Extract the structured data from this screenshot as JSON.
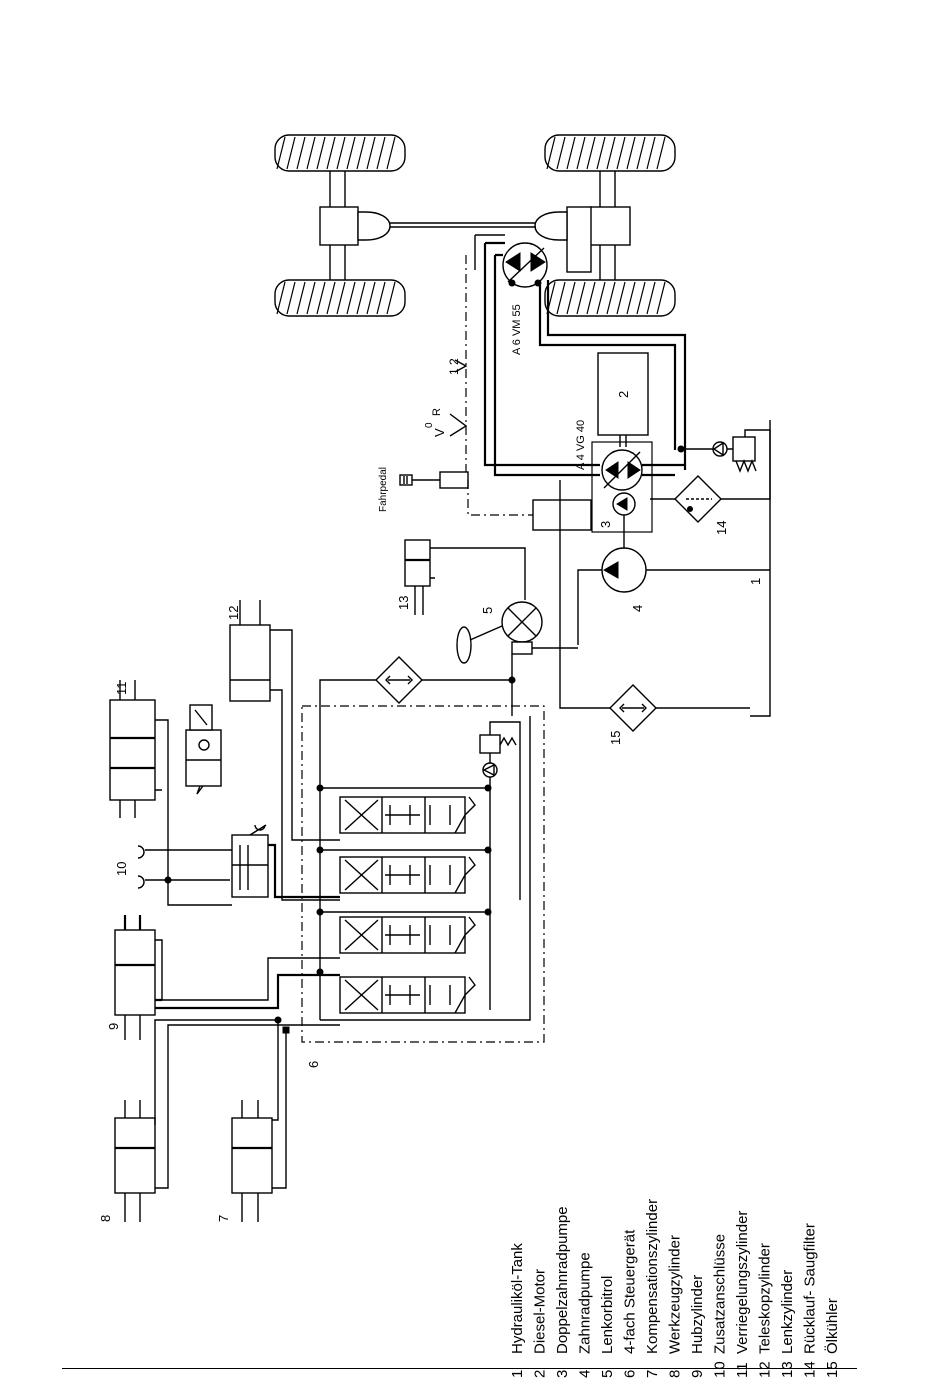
{
  "diagram": {
    "labels": {
      "pump_main": "A 4 VG 40",
      "motor_main": "A 6 VM 55",
      "pedal": "Fahrpedal",
      "v_reverse": "V",
      "v_sup": "0",
      "v_r": "R",
      "speed_12": "1 2",
      "n1": "1",
      "n2": "2",
      "n3": "3",
      "n4": "4",
      "n5": "5",
      "n6": "6",
      "n7": "7",
      "n8": "8",
      "n9": "9",
      "n10": "10",
      "n11": "11",
      "n12": "12",
      "n13": "13",
      "n14": "14",
      "n15": "15"
    },
    "legend": [
      {
        "num": "1",
        "text": "Hydrauliköl-Tank"
      },
      {
        "num": "2",
        "text": "Diesel-Motor"
      },
      {
        "num": "3",
        "text": "Doppelzahnradpumpe"
      },
      {
        "num": "4",
        "text": "Zahnradpumpe"
      },
      {
        "num": "5",
        "text": "Lenkorbitrol"
      },
      {
        "num": "6",
        "text": "4-fach Steuergerät"
      },
      {
        "num": "7",
        "text": "Kompensationszylinder"
      },
      {
        "num": "8",
        "text": "Werkzeugzylinder"
      },
      {
        "num": "9",
        "text": "Hubzylinder"
      },
      {
        "num": "10",
        "text": "Zusatzanschlüsse"
      },
      {
        "num": "11",
        "text": "Verriegelungszylinder"
      },
      {
        "num": "12",
        "text": "Teleskopzylinder"
      },
      {
        "num": "13",
        "text": "Lenkzylinder"
      },
      {
        "num": "14",
        "text": "Rücklauf- Saugfilter"
      },
      {
        "num": "15",
        "text": "Ölkühler"
      }
    ]
  }
}
